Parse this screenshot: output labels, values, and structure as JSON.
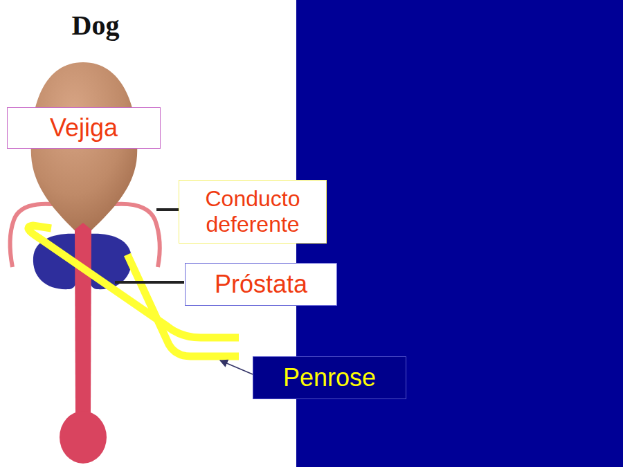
{
  "diagram": {
    "title": "Dog",
    "nodes": [
      {
        "text": [
          "Vejiga"
        ]
      },
      {
        "text": [
          "Conducto deferente"
        ]
      },
      {
        "text": [
          "Próstata"
        ]
      },
      {
        "text": [
          "Penrose"
        ]
      }
    ]
  }
}
